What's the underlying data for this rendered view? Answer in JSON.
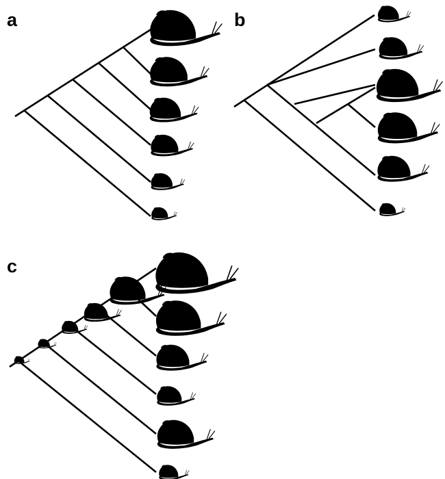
{
  "figure": {
    "ink_color": "#000000",
    "background_color": "#ffffff",
    "icon": "snail-icon"
  },
  "panels": [
    {
      "id": "a",
      "label": "a"
    },
    {
      "id": "b",
      "label": "b"
    },
    {
      "id": "c",
      "label": "c"
    }
  ]
}
